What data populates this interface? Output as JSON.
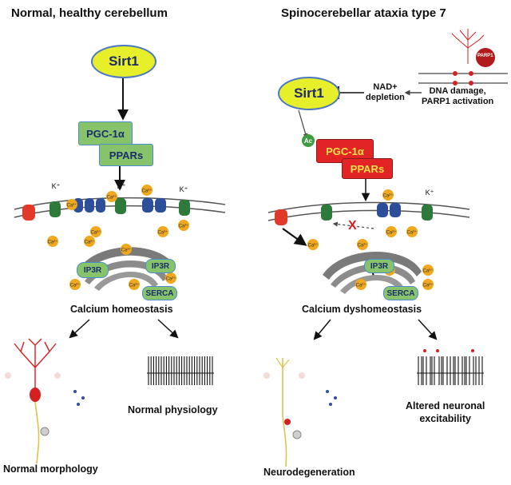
{
  "left": {
    "title": "Normal, healthy cerebellum",
    "sirt1": "Sirt1",
    "pgc": "PGC-1α",
    "ppars": "PPARs",
    "ip3r": "IP3R",
    "serca": "SERCA",
    "homeostasis": "Calcium homeostasis",
    "physiology": "Normal physiology",
    "morphology": "Normal morphology"
  },
  "right": {
    "title": "Spinocerebellar ataxia type 7",
    "sirt1": "Sirt1",
    "ac": "Ac",
    "pgc": "PGC-1α",
    "ppars": "PPARs",
    "ip3r": "IP3R",
    "serca": "SERCA",
    "nad": "NAD+\ndepletion",
    "dna": "DNA damage,\nPARP1 activation",
    "parp": "PARP1",
    "dyshomeostasis": "Calcium dyshomeostasis",
    "excitability": "Altered neuronal\nexcitability",
    "neurodegeneration": "Neurodegeneration",
    "x_mark": "X"
  },
  "colors": {
    "sirt1_fill": "#e6ef2a",
    "outline_blue": "#4a78c2",
    "pgc_green": "#86c36a",
    "pgc_red": "#e32424",
    "ca_orange": "#f0a91e",
    "channel_blue": "#2d4f9a",
    "channel_green": "#2e7a3b",
    "neuron_red": "#d52020"
  },
  "ions": {
    "ca": "Ca²⁺",
    "k": "K⁺"
  }
}
